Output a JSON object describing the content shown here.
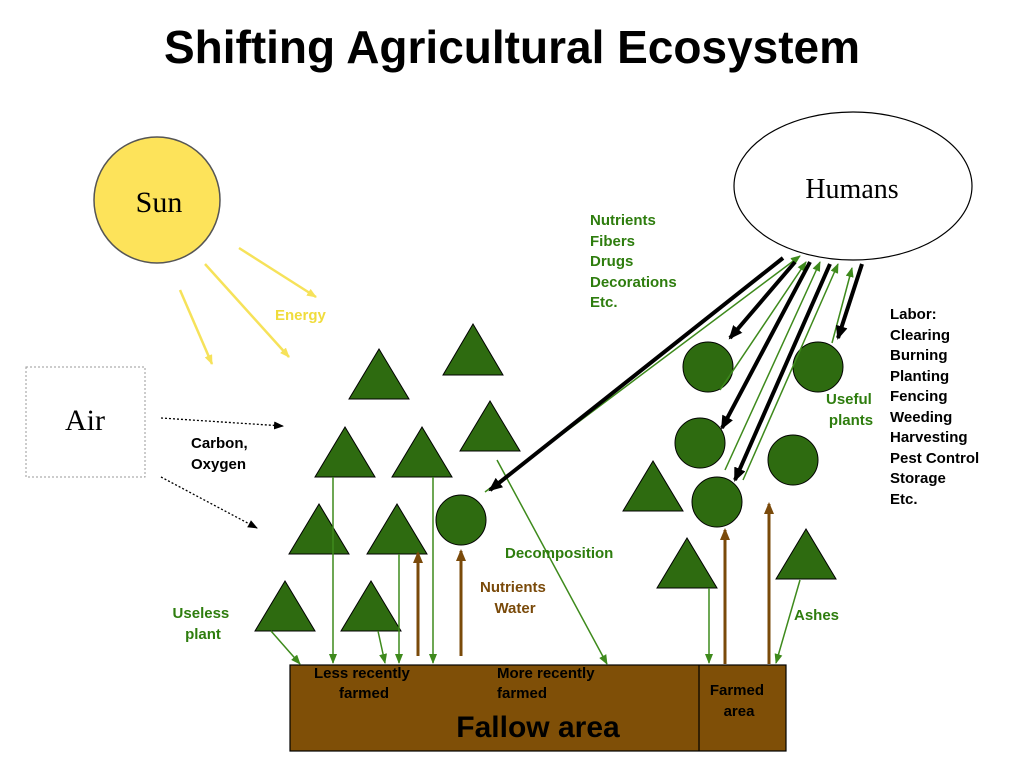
{
  "title": "Shifting Agricultural Ecosystem",
  "nodes": {
    "sun": "Sun",
    "air": "Air",
    "humans": "Humans"
  },
  "labels": {
    "energy": "Energy",
    "carbon_oxygen": [
      "Carbon,",
      "Oxygen"
    ],
    "useless_plant": [
      "Useless",
      "plant"
    ],
    "nutrients_water": [
      "Nutrients",
      "Water"
    ],
    "decomposition": "Decomposition",
    "human_products": [
      "Nutrients",
      "Fibers",
      "Drugs",
      "Decorations",
      "Etc."
    ],
    "useful_plants": [
      "Useful",
      "plants"
    ],
    "ashes": "Ashes",
    "labor": [
      "Labor:",
      "Clearing",
      "Burning",
      "Planting",
      "Fencing",
      "Weeding",
      "Harvesting",
      "Pest Control",
      "Storage",
      "Etc."
    ]
  },
  "ground": {
    "less_recent": [
      "Less recently",
      "farmed"
    ],
    "more_recent": [
      "More recently",
      "farmed"
    ],
    "fallow": "Fallow area",
    "farmed": [
      "Farmed",
      "area"
    ]
  },
  "colors": {
    "green_text": "#2e7d0e",
    "brown_text": "#7a4a0a",
    "energy_text": "#f0dc3c",
    "plant_fill": "#2e6b10",
    "soil_fill": "#7f4f07",
    "sun_fill": "#fde35a"
  }
}
